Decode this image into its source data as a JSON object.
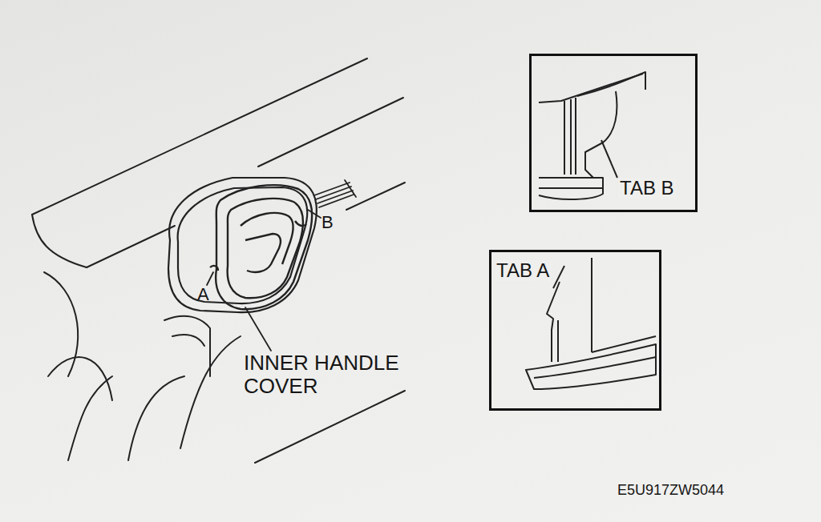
{
  "diagram": {
    "nodes": [
      {
        "text": [
          "TAB B"
        ]
      },
      {
        "text": [
          "TAB A"
        ]
      }
    ],
    "labels": [
      "B",
      "A",
      "INNER HANDLE COVER",
      "E5U917ZW5044"
    ]
  }
}
